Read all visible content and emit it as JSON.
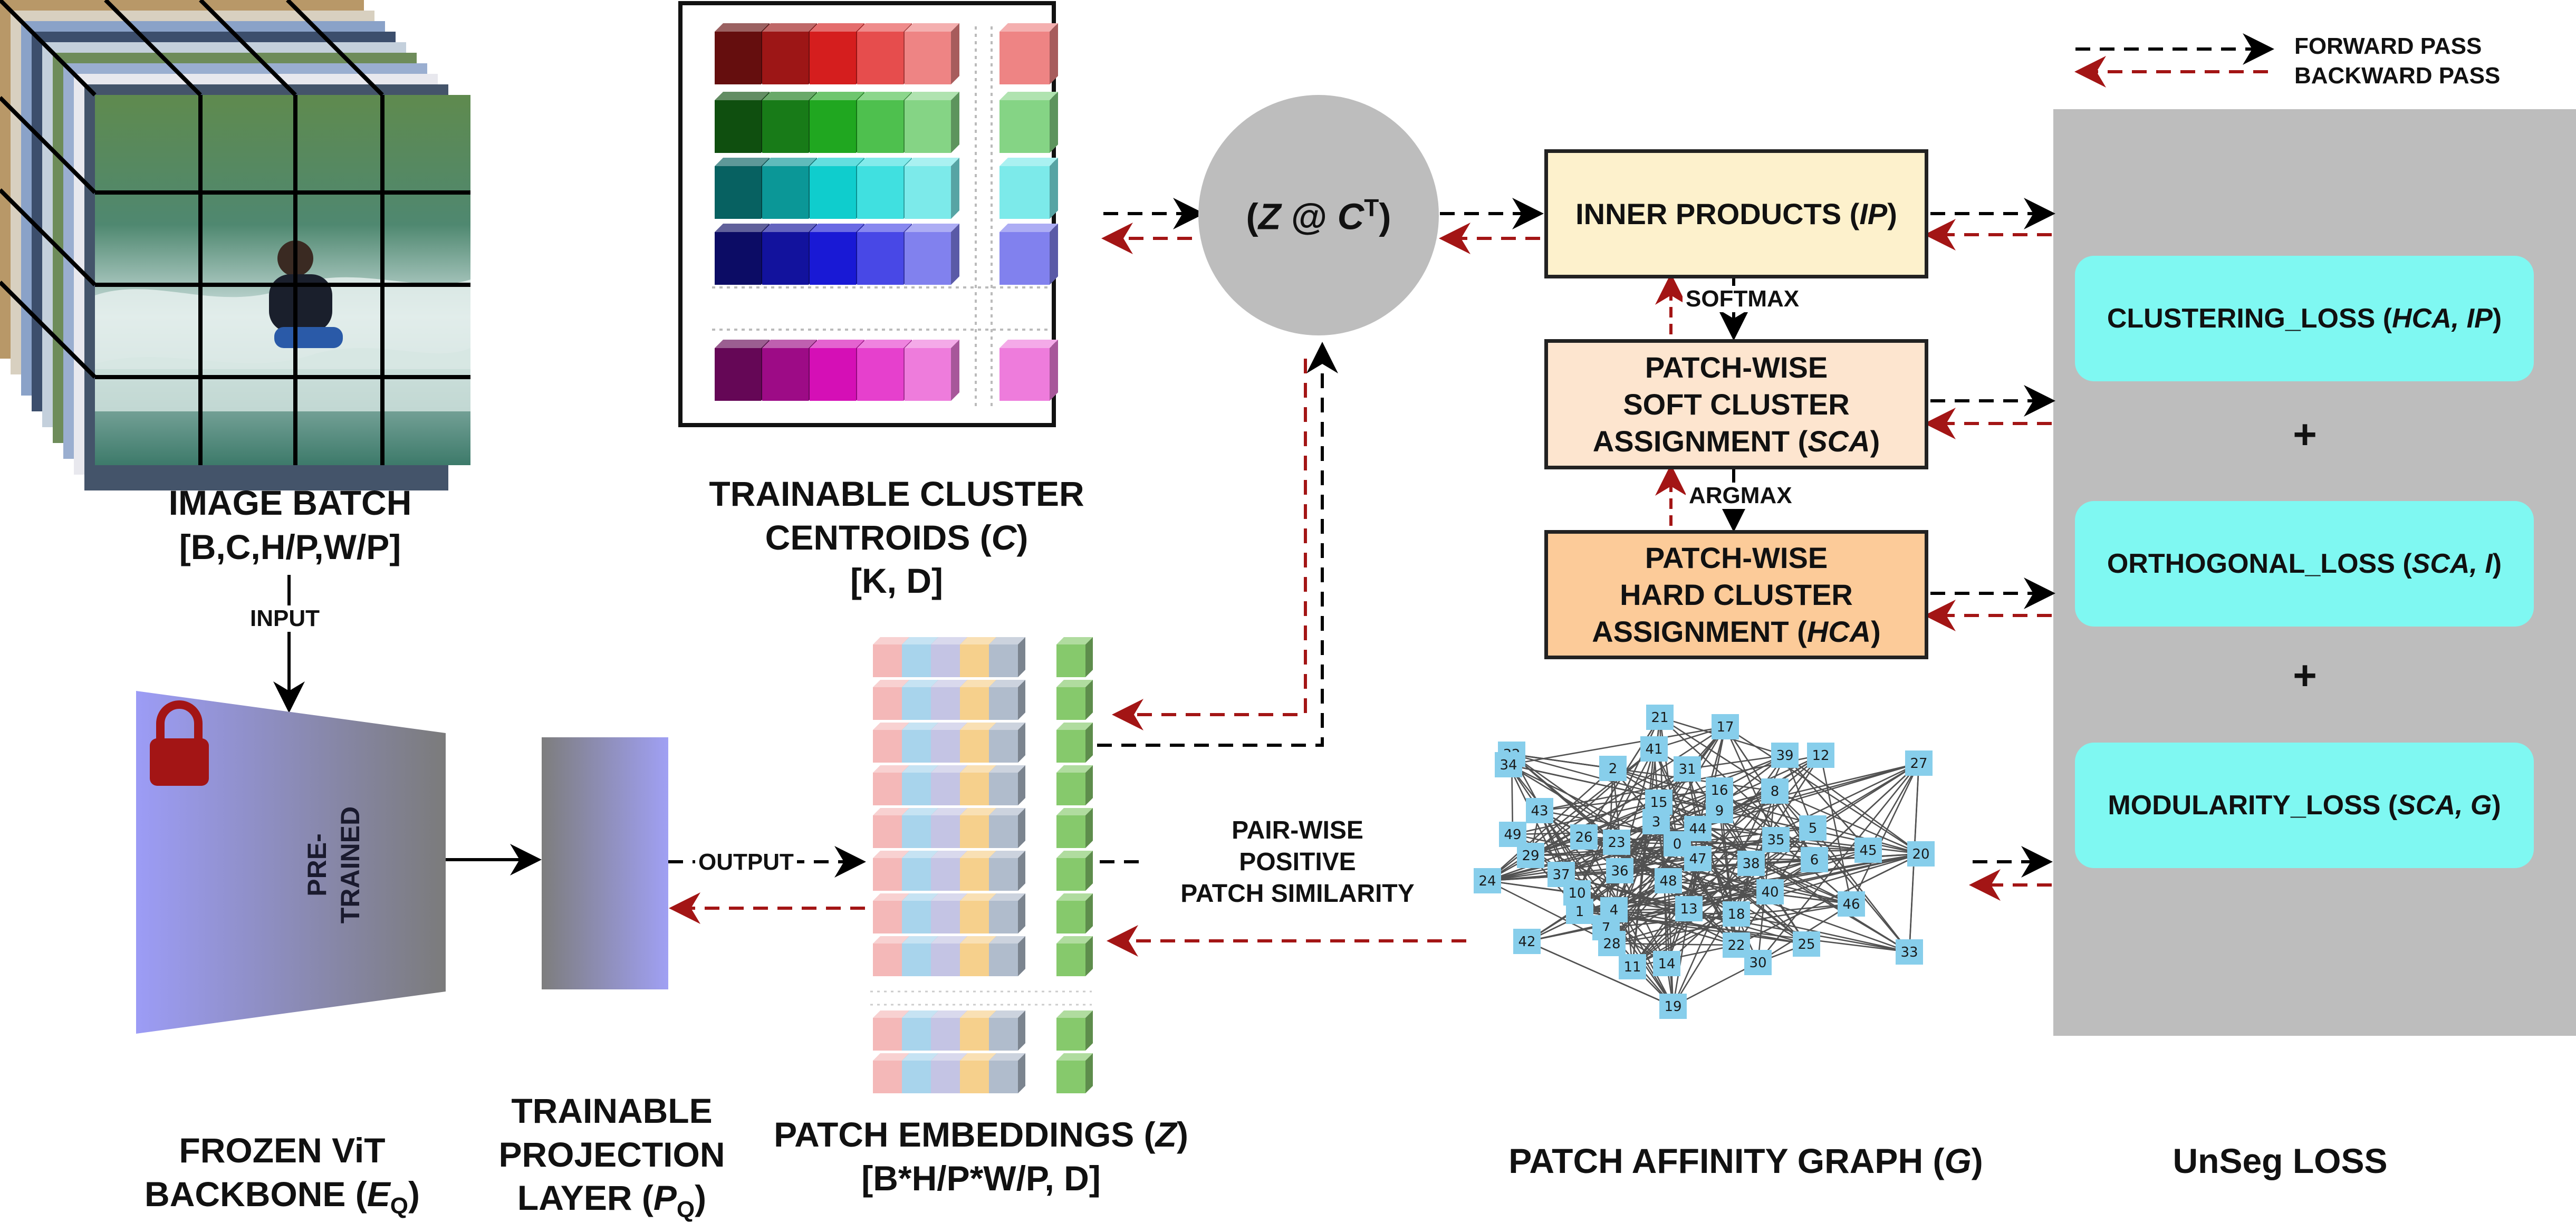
{
  "legend": {
    "forward": "FORWARD PASS",
    "backward": "BACKWARD PASS",
    "forward_color": "#000000",
    "backward_color": "#a31515"
  },
  "image_batch": {
    "title": "IMAGE BATCH",
    "shape": "[B,C,H/P,W/P]",
    "input_label": "INPUT"
  },
  "backbone": {
    "inner_text": "PRE-TRAINED",
    "title_line1": "FROZEN ViT",
    "title_line2": "BACKBONE (",
    "title_sym": "E",
    "title_sub": "Q",
    "title_end": ")",
    "lock_icon": "lock-icon",
    "lock_color": "#a31515"
  },
  "projection": {
    "title_line1": "TRAINABLE",
    "title_line2": "PROJECTION",
    "title_line3": "LAYER (",
    "title_sym": "P",
    "title_sub": "Q",
    "title_end": ")",
    "output_label": "OUTPUT"
  },
  "centroids": {
    "title_line1": "TRAINABLE CLUSTER",
    "title_line2_pre": "CENTROIDS (",
    "title_sym": "C",
    "title_end": ")",
    "shape": "[K, D]",
    "colors": [
      "#e02020",
      "#22b022",
      "#10d8d8",
      "#1a1ae0",
      "#e010c0"
    ]
  },
  "embeddings": {
    "title_pre": "PATCH EMBEDDINGS (",
    "title_sym": "Z",
    "title_end": ")",
    "shape": "[B*H/P*W/P, D]",
    "colors": [
      "#f4b8b8",
      "#a8d4ec",
      "#c4c4e4",
      "#f6d08c",
      "#b0bccc",
      "#86c96c"
    ]
  },
  "product": {
    "pre": "(",
    "z": "Z",
    "at": " @ ",
    "c": "C",
    "sup": "T",
    "end": ")"
  },
  "similarity": {
    "line1": "PAIR-WISE",
    "line2": "POSITIVE",
    "line3": "PATCH SIMILARITY"
  },
  "graph": {
    "title_pre": "PATCH AFFINITY GRAPH (",
    "title_sym": "G",
    "title_end": ")",
    "node_color": "#87ceeb",
    "nodes": [
      "0",
      "1",
      "2",
      "3",
      "4",
      "5",
      "6",
      "7",
      "8",
      "9",
      "10",
      "11",
      "12",
      "13",
      "14",
      "15",
      "16",
      "17",
      "18",
      "19",
      "20",
      "21",
      "22",
      "23",
      "24",
      "25",
      "26",
      "27",
      "28",
      "29",
      "30",
      "31",
      "32",
      "33",
      "34",
      "35",
      "36",
      "37",
      "38",
      "39",
      "40",
      "41",
      "42",
      "43",
      "44",
      "45",
      "46",
      "47",
      "48",
      "49"
    ]
  },
  "ip": {
    "label_pre": "INNER PRODUCTS (",
    "label_sym": "IP",
    "label_end": ")",
    "fill": "#fdf1cc",
    "softmax": "SOFTMAX"
  },
  "sca": {
    "line1": "PATCH-WISE",
    "line2": "SOFT CLUSTER",
    "line3_pre": "ASSIGNMENT (",
    "line3_sym": "SCA",
    "line3_end": ")",
    "fill": "#fde5cf",
    "argmax": "ARGMAX"
  },
  "hca": {
    "line1": "PATCH-WISE",
    "line2": "HARD CLUSTER",
    "line3_pre": "ASSIGNMENT (",
    "line3_sym": "HCA",
    "line3_end": ")",
    "fill": "#fccb99"
  },
  "losses": {
    "clustering_pre": "CLUSTERING_LOSS (",
    "clustering_args": "HCA, IP",
    "orthogonal_pre": "ORTHOGONAL_LOSS (",
    "orthogonal_args": "SCA, I",
    "modularity_pre": "MODULARITY_LOSS (",
    "modularity_args": "SCA, G",
    "close": ")",
    "plus": "+",
    "panel_title": "UnSeg LOSS",
    "panel_color": "#bdbdbd",
    "box_color": "#7ff8f2"
  }
}
